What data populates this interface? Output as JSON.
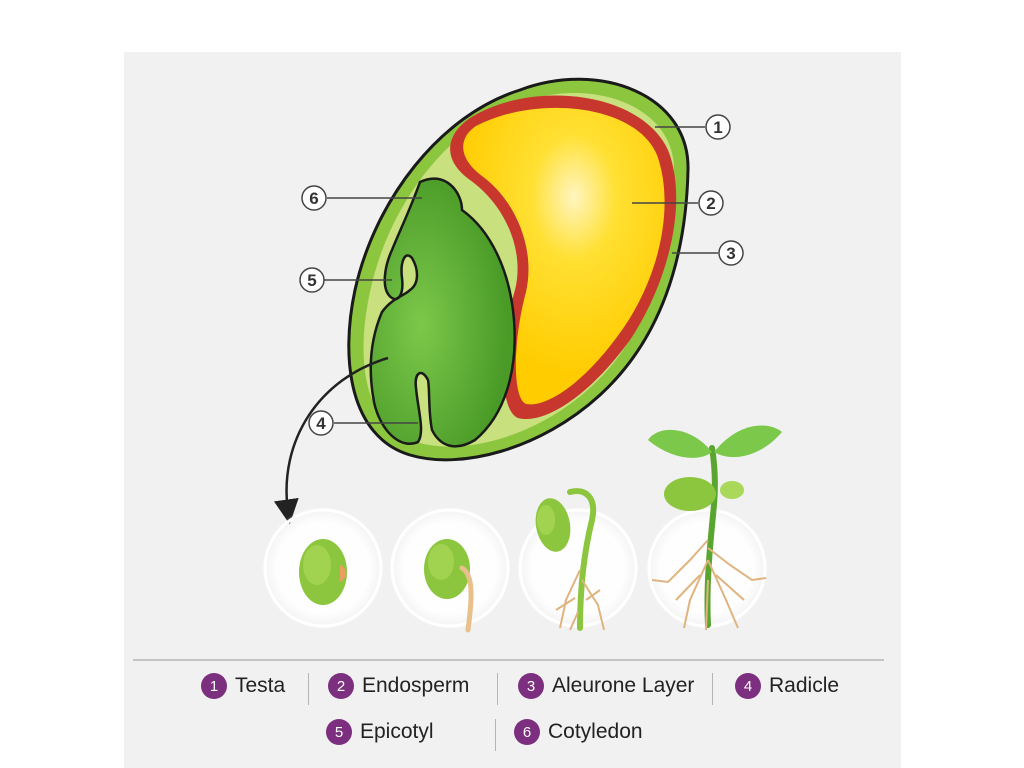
{
  "callouts": [
    {
      "number": "1"
    },
    {
      "number": "2"
    },
    {
      "number": "3"
    },
    {
      "number": "4"
    },
    {
      "number": "5"
    },
    {
      "number": "6"
    }
  ],
  "legend": [
    {
      "number": "1",
      "label": "Testa"
    },
    {
      "number": "2",
      "label": "Endosperm"
    },
    {
      "number": "3",
      "label": "Aleurone Layer"
    },
    {
      "number": "4",
      "label": "Radicle"
    },
    {
      "number": "5",
      "label": "Epicotyl"
    },
    {
      "number": "6",
      "label": "Cotyledon"
    }
  ],
  "colors": {
    "background": "#f1f1f1",
    "testa": "#8cc63f",
    "seed_inner": "#c8e07e",
    "endosperm": "#ffd400",
    "aleurone": "#c8372d",
    "embryo": "#5aa52f",
    "root": "#e8c08c",
    "badge": "#7b2f7e"
  }
}
